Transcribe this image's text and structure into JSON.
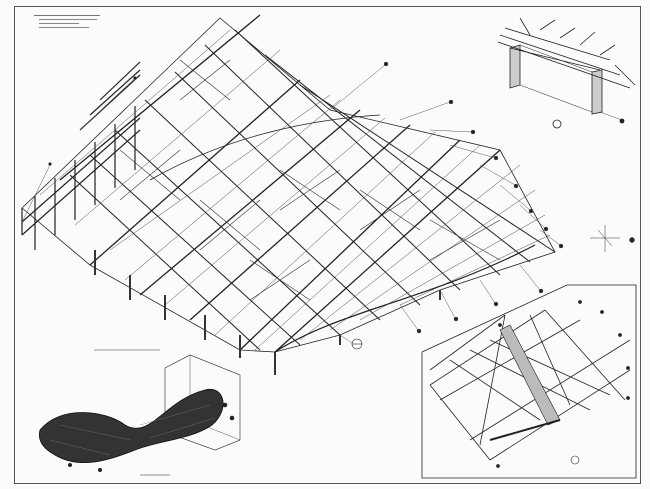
{
  "colors": {
    "background": "#fbfbfb",
    "line": "#222222",
    "frame": "#555555"
  },
  "notes": [],
  "views": [
    {
      "id": "main",
      "caption": ""
    },
    {
      "id": "detail-top-right",
      "caption": ""
    },
    {
      "id": "north-arrow",
      "caption": ""
    },
    {
      "id": "detail-bottom-right",
      "caption": ""
    },
    {
      "id": "plan-model",
      "caption": ""
    }
  ]
}
